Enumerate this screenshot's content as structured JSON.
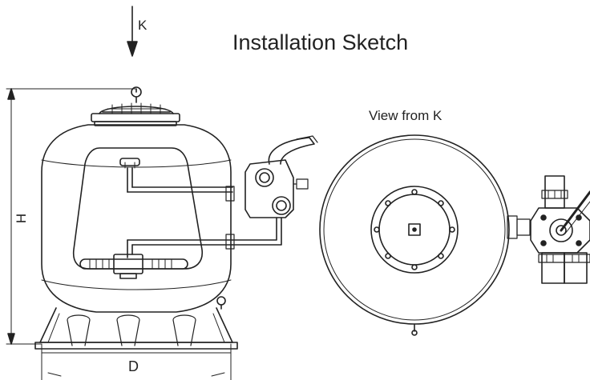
{
  "title": "Installation Sketch",
  "view_label": "View from K",
  "dimensions": {
    "height": "H",
    "diameter": "D",
    "view_arrow": "K"
  },
  "colors": {
    "line": "#222222",
    "background": "#ffffff"
  }
}
